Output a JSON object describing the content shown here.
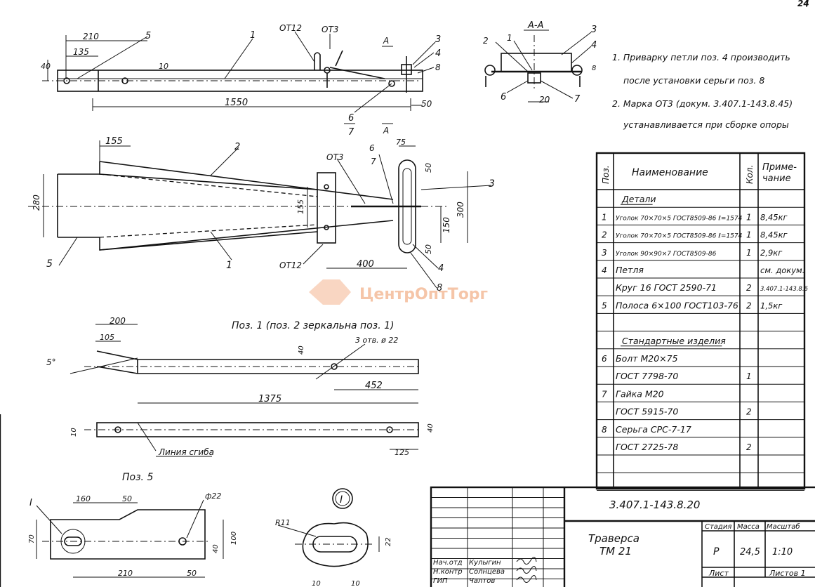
{
  "page_number": "24",
  "main_view": {
    "dims": {
      "d210": "210",
      "d135": "135",
      "d40": "40",
      "d10": "10",
      "d1550": "1550",
      "d50": "50"
    },
    "labels": {
      "p5": "5",
      "p1": "1",
      "ot12": "ОТ12",
      "ot3": "ОТ3",
      "sec_a": "А",
      "p3": "3",
      "p4": "4",
      "p8": "8",
      "p6": "6",
      "p7": "7",
      "sec_a2": "А"
    }
  },
  "section_view": {
    "title": "А-А",
    "labels": {
      "p2": "2",
      "p1": "1",
      "p3": "3",
      "p4": "4",
      "p8": "8",
      "p6": "6",
      "p7": "7"
    },
    "dims": {
      "d20": "20"
    }
  },
  "notes": {
    "n1_line1": "1. Приварку петли поз. 4 производить",
    "n1_line2": "после установки серьги поз. 8",
    "n2_line1": "2. Марка ОТ3 (докум. 3.407.1-143.8.45)",
    "n2_line2": "устанавливается при сборке опоры"
  },
  "plan_view": {
    "dims": {
      "d155": "155",
      "d280": "280",
      "d155b": "155",
      "d300": "300",
      "d150": "150",
      "d50a": "50",
      "d50b": "50",
      "d75": "75",
      "d400": "400"
    },
    "labels": {
      "p2": "2",
      "p5": "5",
      "p1": "1",
      "ot3": "ОТ3",
      "p6": "6",
      "p7": "7",
      "p3": "3",
      "ot12": "ОТ12",
      "p4": "4",
      "p8": "8"
    }
  },
  "pos1_view": {
    "title": "Поз. 1  (поз. 2 зеркальна поз. 1)",
    "dims": {
      "d200": "200",
      "d105": "105",
      "a5": "5°",
      "d40": "40",
      "holes": "3 отв. ø 22",
      "d452": "452",
      "d1375": "1375",
      "d10": "10",
      "d40b": "40",
      "d125": "125"
    },
    "bend_line": "Линия сгиба"
  },
  "pos5_view": {
    "title": "Поз. 5",
    "callout": "I",
    "dims": {
      "d160": "160",
      "d50": "50",
      "phi22": "ф22",
      "d70": "70",
      "d40": "40",
      "d100": "100",
      "d210": "210",
      "d50b": "50"
    }
  },
  "detail_I": {
    "title": "I",
    "dims": {
      "r11": "R11",
      "d22": "22",
      "d10a": "10",
      "d10b": "10"
    }
  },
  "watermark": "ЦентрОптТорг",
  "spec_table": {
    "headers": {
      "pos": "Поз.",
      "name": "Наименование",
      "qty": "Кол.",
      "note": "Приме-\nчание"
    },
    "rows": [
      {
        "pos": "",
        "name": "Детали",
        "qty": "",
        "note": "",
        "underline": true
      },
      {
        "pos": "1",
        "name": "Уголок 70×70×5 ГОСТ8509-86 ℓ=1574",
        "qty": "1",
        "note": "8,45кг"
      },
      {
        "pos": "2",
        "name": "Уголок 70×70×5 ГОСТ8509-86 ℓ=1574",
        "qty": "1",
        "note": "8,45кг"
      },
      {
        "pos": "3",
        "name": "Уголок 90×90×7 ГОСТ8509-86",
        "qty": "1",
        "note": "2,9кг"
      },
      {
        "pos": "4",
        "name": "Петля",
        "qty": "",
        "note": "см. докум."
      },
      {
        "pos": "",
        "name": "Круг 16 ГОСТ 2590-71",
        "qty": "2",
        "note": "3.407.1-143.8.6"
      },
      {
        "pos": "5",
        "name": "Полоса 6×100 ГОСТ103-76",
        "qty": "2",
        "note": "1,5кг"
      },
      {
        "pos": "",
        "name": "",
        "qty": "",
        "note": ""
      },
      {
        "pos": "",
        "name": "Стандартные изделия",
        "qty": "",
        "note": "",
        "underline": true
      },
      {
        "pos": "6",
        "name": "Болт М20×75",
        "qty": "",
        "note": ""
      },
      {
        "pos": "",
        "name": "ГОСТ 7798-70",
        "qty": "1",
        "note": ""
      },
      {
        "pos": "7",
        "name": "Гайка М20",
        "qty": "",
        "note": ""
      },
      {
        "pos": "",
        "name": "ГОСТ 5915-70",
        "qty": "2",
        "note": ""
      },
      {
        "pos": "8",
        "name": "Серьга СРС-7-17",
        "qty": "",
        "note": ""
      },
      {
        "pos": "",
        "name": "ГОСТ 2725-78",
        "qty": "2",
        "note": ""
      },
      {
        "pos": "",
        "name": "",
        "qty": "",
        "note": ""
      },
      {
        "pos": "",
        "name": "",
        "qty": "",
        "note": ""
      }
    ]
  },
  "title_block": {
    "doc_code": "3.407.1-143.8.20",
    "name_line1": "Траверса",
    "name_line2": "ТМ 21",
    "stage_label": "Стадия",
    "mass_label": "Масса",
    "scale_label": "Масштаб",
    "stage": "Р",
    "mass": "24,5",
    "scale": "1:10",
    "sheet_label": "Лист",
    "sheets_label": "Листов 1",
    "roles": [
      {
        "role": "Нач.отд",
        "person": "Кулыгин"
      },
      {
        "role": "Н.контр",
        "person": "Солнцева"
      },
      {
        "role": "ГИП",
        "person": "Чалтов"
      }
    ]
  }
}
